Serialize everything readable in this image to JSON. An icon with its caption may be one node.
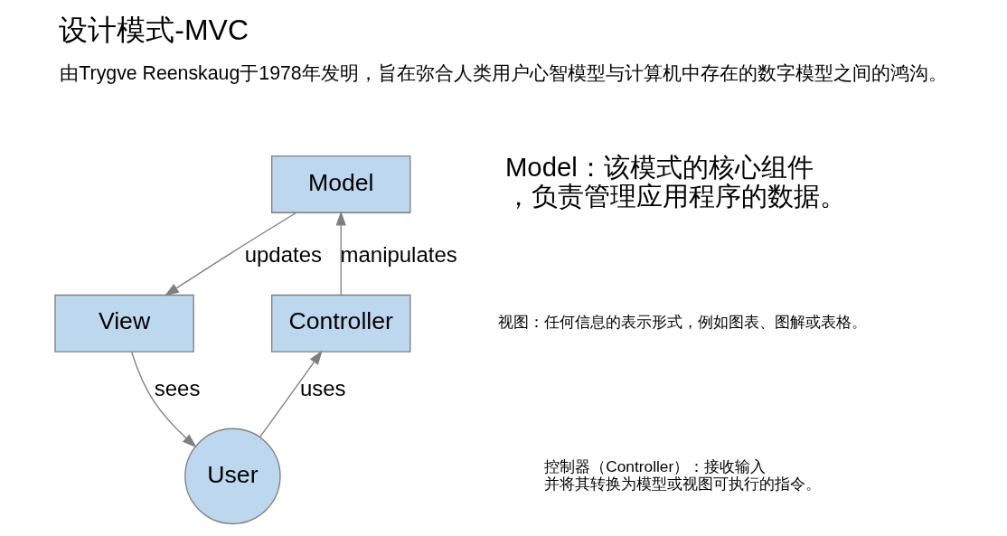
{
  "diagram": {
    "title": "设计模式-MVC",
    "nodes": [
      {
        "text": [
          "Model"
        ]
      },
      {
        "text": [
          "View"
        ]
      },
      {
        "text": [
          "Controller"
        ]
      },
      {
        "text": [
          "User"
        ]
      }
    ],
    "edges": [
      {
        "from": 0,
        "to": 1,
        "arrow": "to",
        "label": "updates"
      },
      {
        "from": 1,
        "to": 3,
        "arrow": "to",
        "label": "sees"
      },
      {
        "from": 3,
        "to": 2,
        "arrow": "to",
        "label": "uses"
      },
      {
        "from": 2,
        "to": 0,
        "arrow": "to",
        "label": "manipulates"
      }
    ],
    "labels": [
      "由Trygve Reenskaug于1978年发明，旨在弥合人类用户心智模型与计算机中存在的数字模型之间的鸿沟。",
      "Model：该模式的核心组件，负责管理应用程序的数据。",
      "视图：任何信息的表示形式，例如图表、图解或表格。",
      "控制器（Controller）：接收输入并将其转换为模型或视图可执行的指令。"
    ]
  }
}
